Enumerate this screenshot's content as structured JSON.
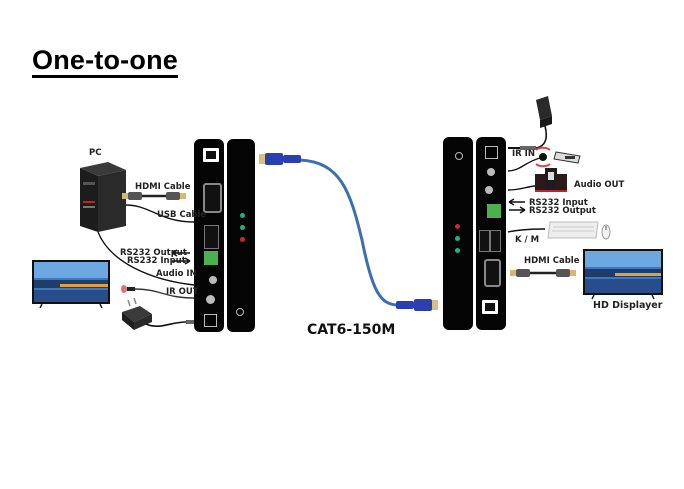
{
  "title": "One-to-one",
  "diagram": {
    "cable_label": "CAT6-150M",
    "transmitter_side": {
      "source_device": "PC",
      "labels": {
        "hdmi_cable": "HDMI Cable",
        "usb_cable": "USB Cable",
        "rs232_output": "RS232 Output",
        "rs232_input": "RS232 Input",
        "audio_in": "Audio IN",
        "ir_out": "IR OUT"
      },
      "led_colors": [
        "#1db37a",
        "#1db37a",
        "#d2233b"
      ]
    },
    "receiver_side": {
      "display_device": "HD Displayer",
      "labels": {
        "ir_in": "IR IN",
        "audio_out": "Audio OUT",
        "rs232_input": "RS232 Input",
        "rs232_output": "RS232 Output",
        "km": "K / M",
        "hdmi_cable": "HDMI Cable"
      },
      "led_colors": [
        "#d2233b",
        "#1db37a",
        "#1db37a"
      ]
    },
    "colors": {
      "cable_blue": "#3a6fb3",
      "connector_blue": "#2c3fb0",
      "terminal_green": "#4caf50",
      "panel_black": "#050505"
    }
  }
}
